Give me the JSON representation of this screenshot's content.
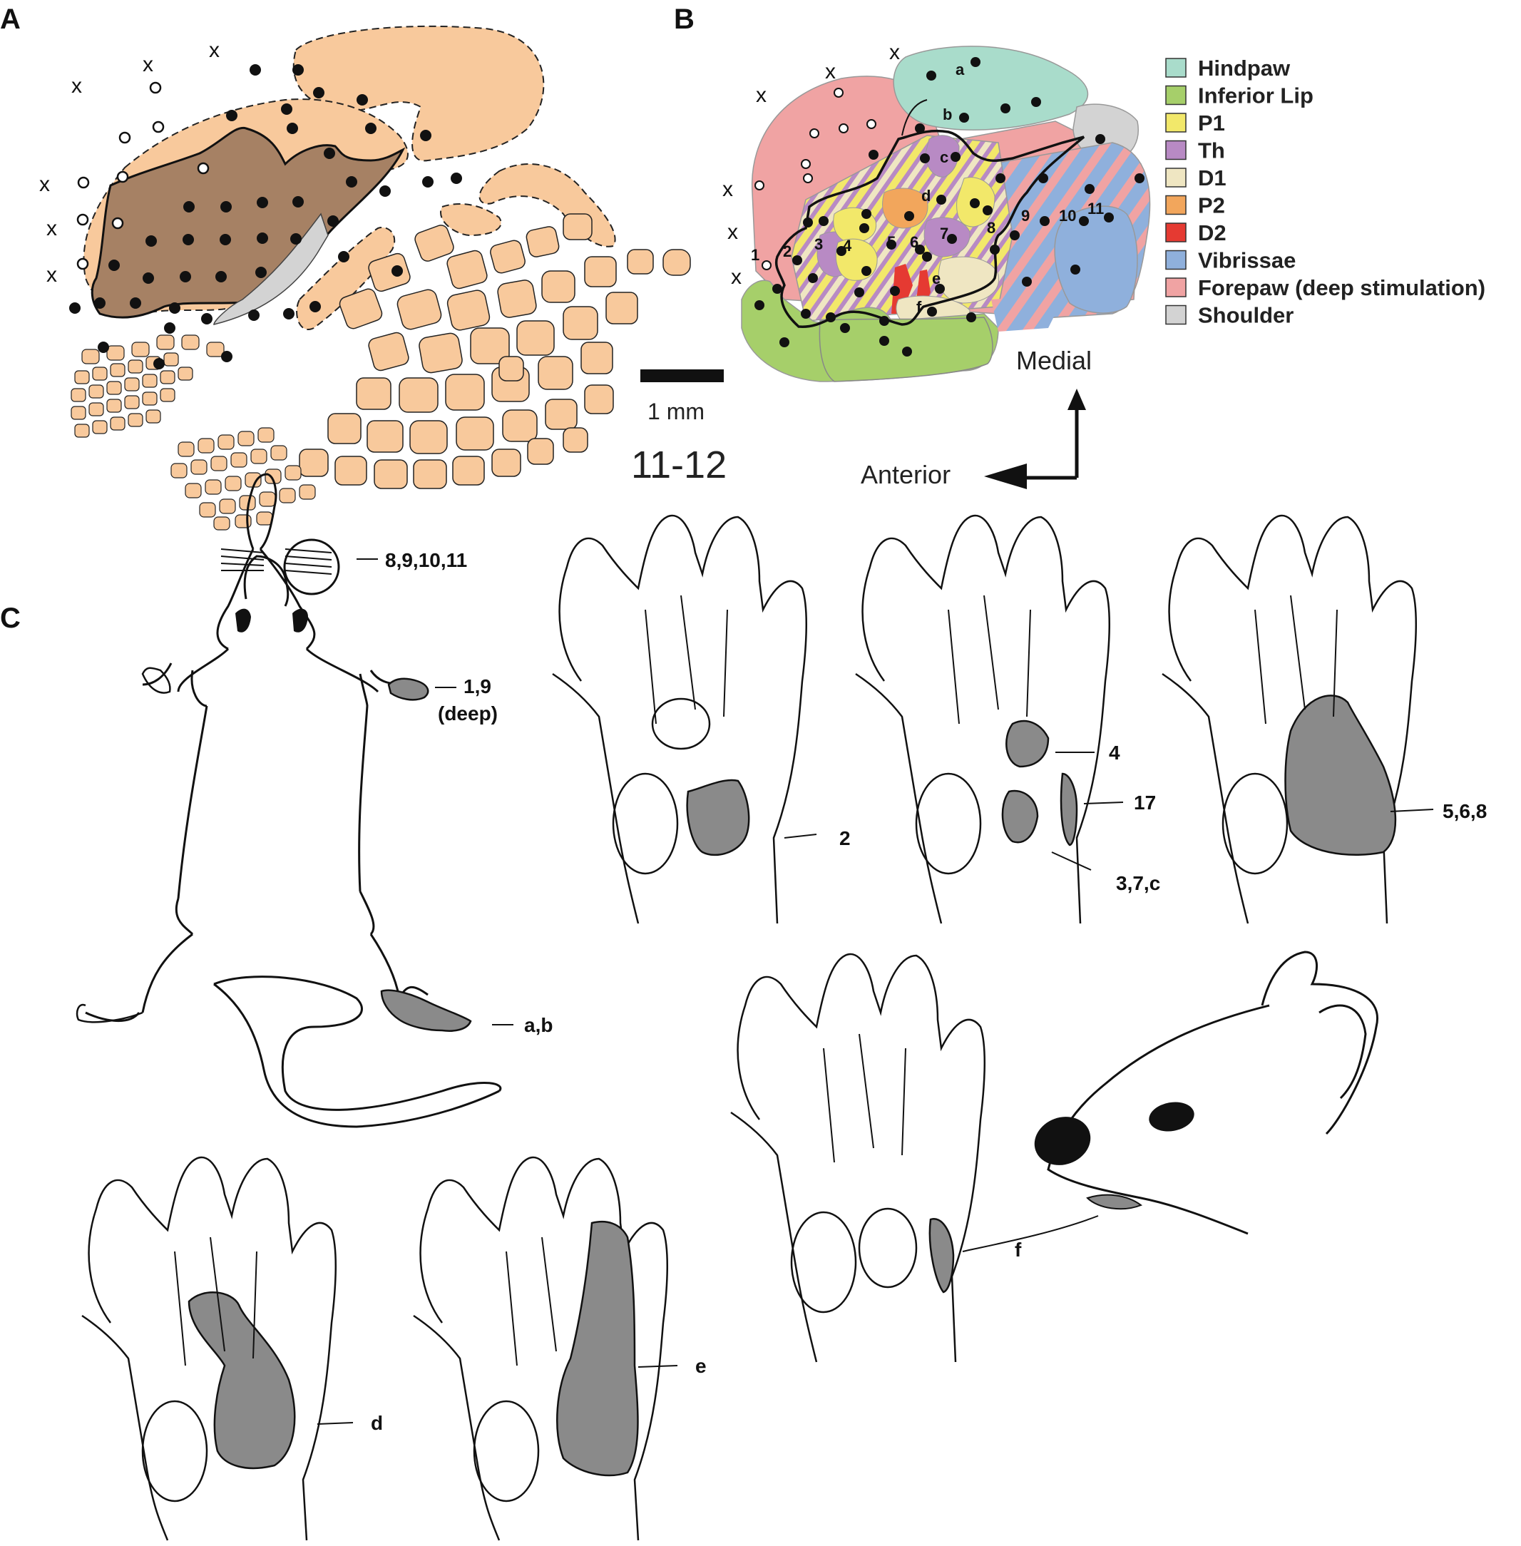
{
  "panels": {
    "a": "A",
    "b": "B",
    "c": "C"
  },
  "scale_bar": {
    "length": "1 mm",
    "section": "11-12"
  },
  "orientation": {
    "medial": "Medial",
    "anterior": "Anterior"
  },
  "legend": [
    {
      "label": "Hindpaw",
      "color": "#a9dccb"
    },
    {
      "label": "Inferior Lip",
      "color": "#a6cf6a"
    },
    {
      "label": "P1",
      "color": "#f2e86a"
    },
    {
      "label": "Th",
      "color": "#b88ac4"
    },
    {
      "label": "D1",
      "color": "#efe6c2"
    },
    {
      "label": "P2",
      "color": "#f2a65c"
    },
    {
      "label": "D2",
      "color": "#e53a32"
    },
    {
      "label": "Vibrissae",
      "color": "#8fb0dc"
    },
    {
      "label": "Forepaw (deep stimulation)",
      "color": "#f0a3a3"
    },
    {
      "label": "Shoulder",
      "color": "#d3d3d3"
    }
  ],
  "map_numbers": [
    "1",
    "2",
    "3",
    "4",
    "5",
    "6",
    "7",
    "8",
    "9",
    "10",
    "11"
  ],
  "map_letters": [
    "a",
    "b",
    "c",
    "d",
    "e",
    "f"
  ],
  "no_response_mark": "x",
  "colors": {
    "barrel": "#f8c99c",
    "barrel_dark": "#a68164",
    "shoulder": "#d3d3d3",
    "receptive_field": "#8a8a8a"
  },
  "callouts": {
    "vibrissae": "8,9,10,11",
    "forepaw_deep_1": "1,9",
    "forepaw_deep_2": "(deep)",
    "hindpaw": "a,b",
    "paw_1": "2",
    "paw_2a": "4",
    "paw_2b": "17",
    "paw_2c": "3,7,c",
    "paw_3": "5,6,8",
    "paw_4": "d",
    "paw_5": "e",
    "paw_6": "f"
  }
}
